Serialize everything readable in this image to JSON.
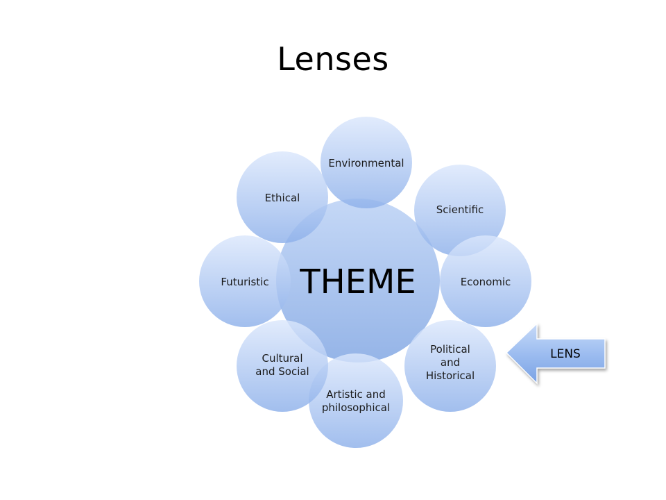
{
  "slide": {
    "title": "Lenses"
  },
  "diagram": {
    "center_label": "THEME",
    "lenses": [
      {
        "id": "environmental",
        "lines": [
          "Environmental"
        ]
      },
      {
        "id": "scientific",
        "lines": [
          "Scientific"
        ]
      },
      {
        "id": "economic",
        "lines": [
          "Economic"
        ]
      },
      {
        "id": "political-historical",
        "lines": [
          "Political",
          "and",
          "Historical"
        ]
      },
      {
        "id": "artistic-philosophical",
        "lines": [
          "Artistic and",
          "philosophical"
        ]
      },
      {
        "id": "cultural-social",
        "lines": [
          "Cultural",
          "and Social"
        ]
      },
      {
        "id": "futuristic",
        "lines": [
          "Futuristic"
        ]
      },
      {
        "id": "ethical",
        "lines": [
          "Ethical"
        ]
      }
    ],
    "callout_label": "LENS",
    "colors": {
      "center_fill": "#a9c4ee",
      "lens_fill_light": "#d6e4fb",
      "lens_fill_dark": "#8fb2ea",
      "arrow_fill": "#9cbcf0"
    }
  }
}
